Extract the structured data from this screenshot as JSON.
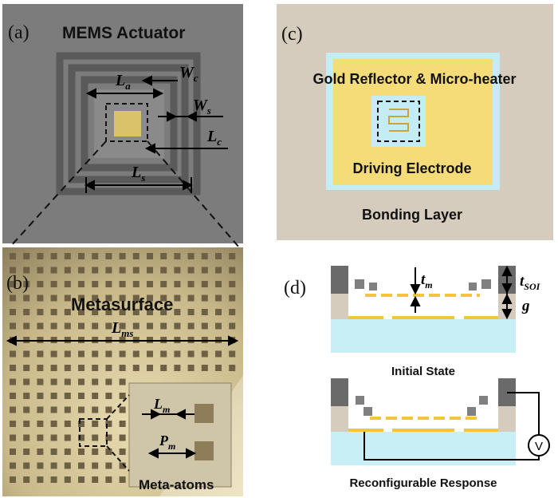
{
  "panel_a": {
    "letter": "(a)",
    "title": "MEMS Actuator",
    "dims": {
      "wc": "W",
      "wc_sub": "c",
      "la": "L",
      "la_sub": "a",
      "ws": "W",
      "ws_sub": "s",
      "lc": "L",
      "lc_sub": "c",
      "ls": "L",
      "ls_sub": "s"
    }
  },
  "panel_b": {
    "letter": "(b)",
    "title": "Metasurface",
    "lms": "L",
    "lms_sub": "ms",
    "lm": "L",
    "lm_sub": "m",
    "pm": "P",
    "pm_sub": "m",
    "caption": "Meta-atoms"
  },
  "panel_c": {
    "letter": "(c)",
    "reflector_label": "Gold Reflector & Micro-heater",
    "electrode_label": "Driving Electrode",
    "bonding_label": "Bonding Layer"
  },
  "panel_d": {
    "letter": "(d)",
    "tm": "t",
    "tm_sub": "m",
    "tsoi": "t",
    "tsoi_sub": "SOI",
    "g": "g",
    "initial_caption": "Initial State",
    "response_caption": "Reconfigurable Response",
    "voltmeter": "V"
  }
}
